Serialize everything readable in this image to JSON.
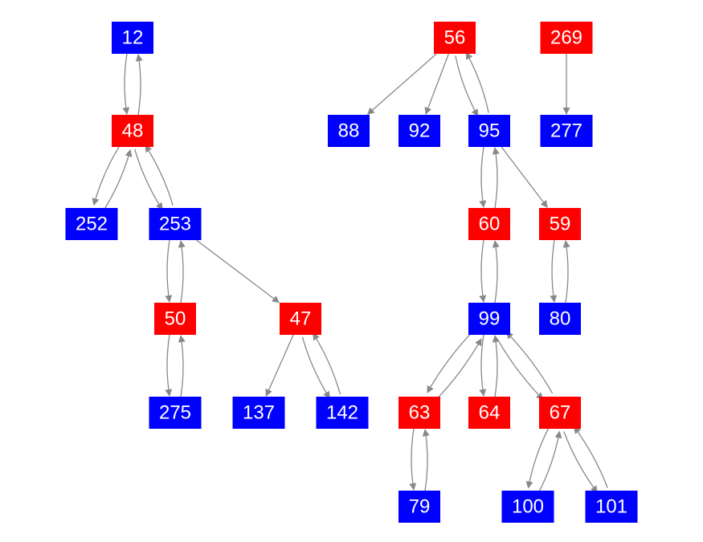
{
  "colors": {
    "red": "#ff0000",
    "blue": "#0000ff",
    "edge": "#888888",
    "label": "#ffffff"
  },
  "nodes": [
    {
      "id": "12",
      "label": "12",
      "color": "blue"
    },
    {
      "id": "48",
      "label": "48",
      "color": "red"
    },
    {
      "id": "252",
      "label": "252",
      "color": "blue"
    },
    {
      "id": "253",
      "label": "253",
      "color": "blue"
    },
    {
      "id": "50",
      "label": "50",
      "color": "red"
    },
    {
      "id": "47",
      "label": "47",
      "color": "red"
    },
    {
      "id": "275",
      "label": "275",
      "color": "blue"
    },
    {
      "id": "137",
      "label": "137",
      "color": "blue"
    },
    {
      "id": "142",
      "label": "142",
      "color": "blue"
    },
    {
      "id": "56",
      "label": "56",
      "color": "red"
    },
    {
      "id": "269",
      "label": "269",
      "color": "red"
    },
    {
      "id": "88",
      "label": "88",
      "color": "blue"
    },
    {
      "id": "92",
      "label": "92",
      "color": "blue"
    },
    {
      "id": "95",
      "label": "95",
      "color": "blue"
    },
    {
      "id": "277",
      "label": "277",
      "color": "blue"
    },
    {
      "id": "60",
      "label": "60",
      "color": "red"
    },
    {
      "id": "59",
      "label": "59",
      "color": "red"
    },
    {
      "id": "99",
      "label": "99",
      "color": "blue"
    },
    {
      "id": "80",
      "label": "80",
      "color": "blue"
    },
    {
      "id": "63",
      "label": "63",
      "color": "red"
    },
    {
      "id": "64",
      "label": "64",
      "color": "red"
    },
    {
      "id": "67",
      "label": "67",
      "color": "red"
    },
    {
      "id": "79",
      "label": "79",
      "color": "blue"
    },
    {
      "id": "100",
      "label": "100",
      "color": "blue"
    },
    {
      "id": "101",
      "label": "101",
      "color": "blue"
    }
  ],
  "edges": [
    {
      "from": "12",
      "to": "48"
    },
    {
      "from": "48",
      "to": "12"
    },
    {
      "from": "48",
      "to": "252"
    },
    {
      "from": "252",
      "to": "48"
    },
    {
      "from": "48",
      "to": "253"
    },
    {
      "from": "253",
      "to": "48"
    },
    {
      "from": "253",
      "to": "50"
    },
    {
      "from": "50",
      "to": "253"
    },
    {
      "from": "253",
      "to": "47"
    },
    {
      "from": "50",
      "to": "275"
    },
    {
      "from": "275",
      "to": "50"
    },
    {
      "from": "47",
      "to": "137"
    },
    {
      "from": "47",
      "to": "142"
    },
    {
      "from": "142",
      "to": "47"
    },
    {
      "from": "56",
      "to": "88"
    },
    {
      "from": "56",
      "to": "92"
    },
    {
      "from": "56",
      "to": "95"
    },
    {
      "from": "95",
      "to": "56"
    },
    {
      "from": "269",
      "to": "277"
    },
    {
      "from": "95",
      "to": "60"
    },
    {
      "from": "60",
      "to": "95"
    },
    {
      "from": "95",
      "to": "59"
    },
    {
      "from": "60",
      "to": "99"
    },
    {
      "from": "99",
      "to": "60"
    },
    {
      "from": "59",
      "to": "80"
    },
    {
      "from": "80",
      "to": "59"
    },
    {
      "from": "99",
      "to": "63"
    },
    {
      "from": "63",
      "to": "99"
    },
    {
      "from": "99",
      "to": "64"
    },
    {
      "from": "64",
      "to": "99"
    },
    {
      "from": "99",
      "to": "67"
    },
    {
      "from": "67",
      "to": "99"
    },
    {
      "from": "63",
      "to": "79"
    },
    {
      "from": "79",
      "to": "63"
    },
    {
      "from": "67",
      "to": "100"
    },
    {
      "from": "100",
      "to": "67"
    },
    {
      "from": "67",
      "to": "101"
    },
    {
      "from": "101",
      "to": "67"
    }
  ]
}
